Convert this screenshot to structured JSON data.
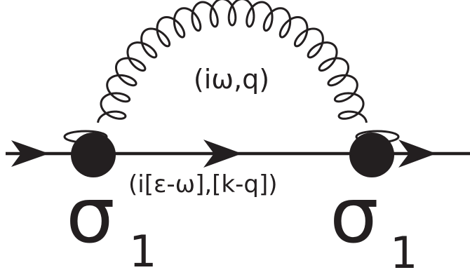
{
  "diagram": {
    "photon_label": "(iω,q)",
    "electron_internal_label": "(i[ε-ω],[k-q])",
    "vertex_left": {
      "symbol": "σ",
      "subscript": "1"
    },
    "vertex_right": {
      "symbol": "σ",
      "subscript": "1"
    },
    "colors": {
      "ink": "#231f20",
      "background": "#ffffff"
    }
  }
}
